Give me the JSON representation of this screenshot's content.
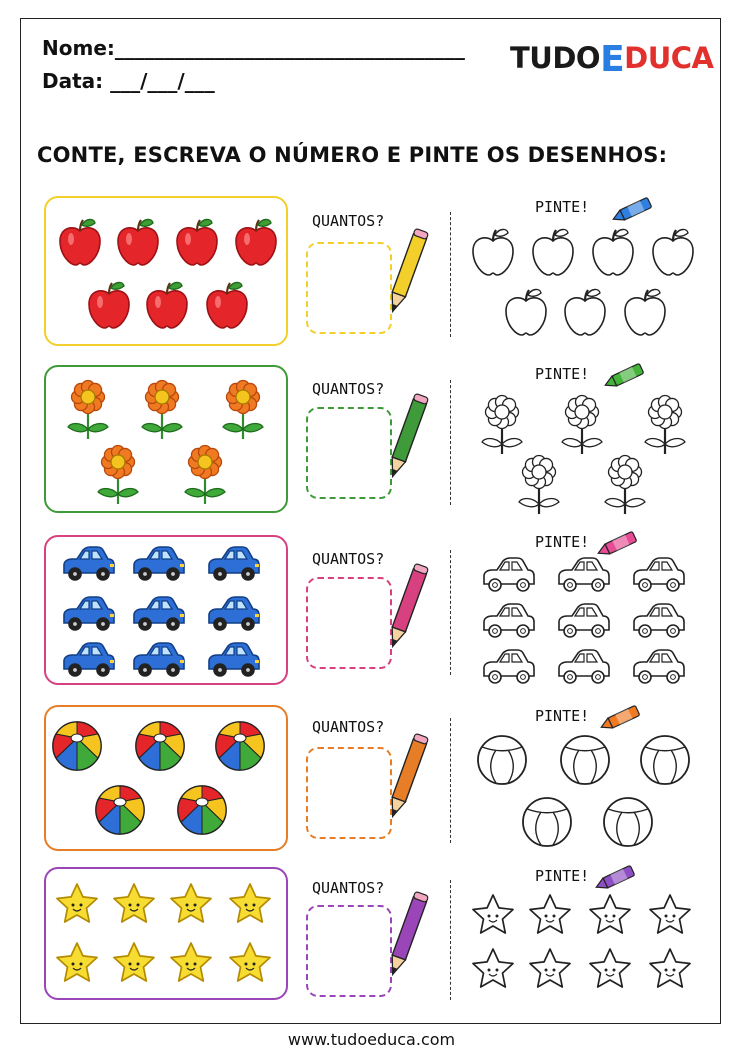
{
  "header": {
    "name_label": "Nome:___________________________________",
    "date_label": "Data: ___/___/___"
  },
  "logo": {
    "part1": "TUDO",
    "part2": "E",
    "part3": "DUCA"
  },
  "instruction": "CONTE, ESCREVA O NÚMERO E PINTE OS DESENHOS:",
  "footer": "www.tudoeduca.com",
  "exercises": [
    {
      "item": "apple",
      "count": 7,
      "color": "#f2cf2a",
      "quantos": "QUANTOS?",
      "pinte": "PINTE!",
      "crayon_color": "#2f7fe0"
    },
    {
      "item": "flower",
      "count": 5,
      "color": "#3f9a3a",
      "quantos": "QUANTOS?",
      "pinte": "PINTE!",
      "crayon_color": "#44b33a"
    },
    {
      "item": "car",
      "count": 9,
      "color": "#d8417f",
      "quantos": "QUANTOS?",
      "pinte": "PINTE!",
      "crayon_color": "#e64c94"
    },
    {
      "item": "ball",
      "count": 5,
      "color": "#e77e27",
      "quantos": "QUANTOS?",
      "pinte": "PINTE!",
      "crayon_color": "#f07a22"
    },
    {
      "item": "star",
      "count": 8,
      "color": "#9a45b8",
      "quantos": "QUANTOS?",
      "pinte": "PINTE!",
      "crayon_color": "#8e4ec4"
    }
  ]
}
